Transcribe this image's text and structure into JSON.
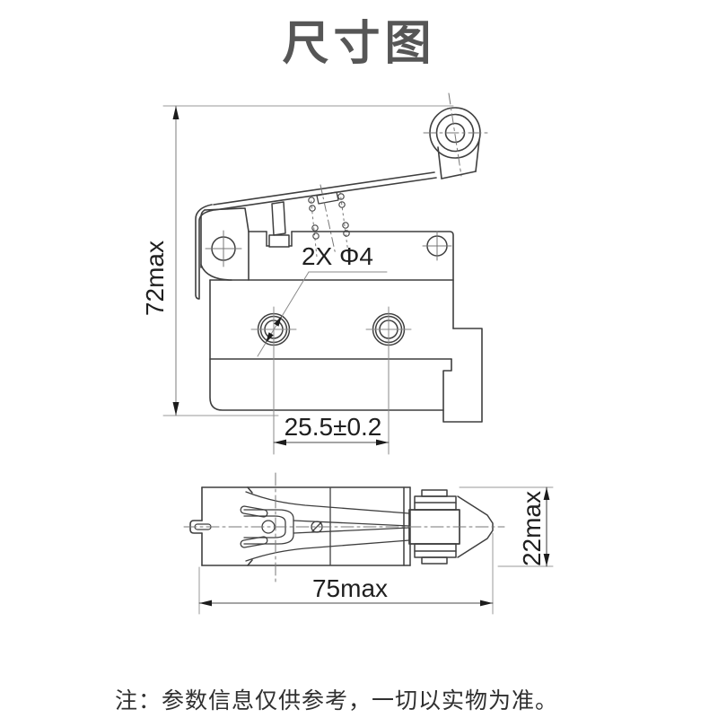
{
  "title": "尺寸图",
  "front_view": {
    "height_dim": "72max",
    "hole_callout": "2X Φ4",
    "hole_spacing_dim": "25.5±0.2"
  },
  "top_view": {
    "length_dim": "75max",
    "width_dim": "22max"
  },
  "note": "注：参数信息仅供参考，一切以实物为准。",
  "colors": {
    "object_line": "#3f3f3f",
    "thin_line": "#808080",
    "extension_line": "#9a9a9a",
    "dimension_text": "#1f1f1f",
    "title_text": "#565656",
    "background": "#ffffff"
  }
}
